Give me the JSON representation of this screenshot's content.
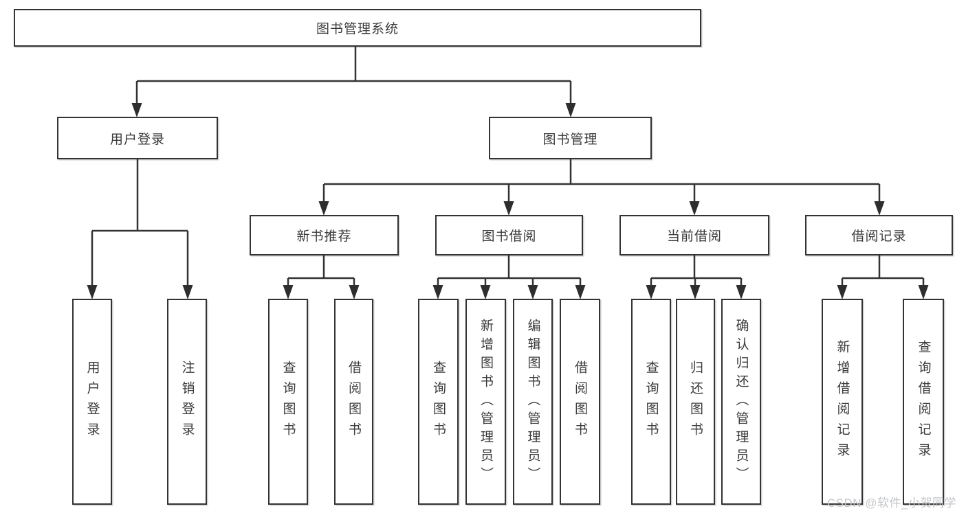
{
  "diagram_type": "hierarchy-chart",
  "tree": {
    "root": "图书管理系统",
    "login": {
      "label": "用户登录",
      "children": [
        "用户登录",
        "注销登录"
      ]
    },
    "manage": {
      "label": "图书管理",
      "groups": [
        {
          "label": "新书推荐",
          "children": [
            "查询图书",
            "借阅图书"
          ]
        },
        {
          "label": "图书借阅",
          "children": [
            "查询图书",
            "新增图书（管理员）",
            "编辑图书（管理员）",
            "借阅图书"
          ]
        },
        {
          "label": "当前借阅",
          "children": [
            "查询图书",
            "归还图书",
            "确认归还（管理员）"
          ]
        },
        {
          "label": "借阅记录",
          "children": [
            "新增借阅记录",
            "查询借阅记录"
          ]
        }
      ]
    }
  },
  "watermark": {
    "text": "CSDN @软件_小贺同学"
  },
  "colors": {
    "line": "#333333",
    "arrow": "#2e2e2e",
    "box_background": "#ffffff",
    "text": "#3a3a3a",
    "watermark_text": "#c3c5c8"
  }
}
